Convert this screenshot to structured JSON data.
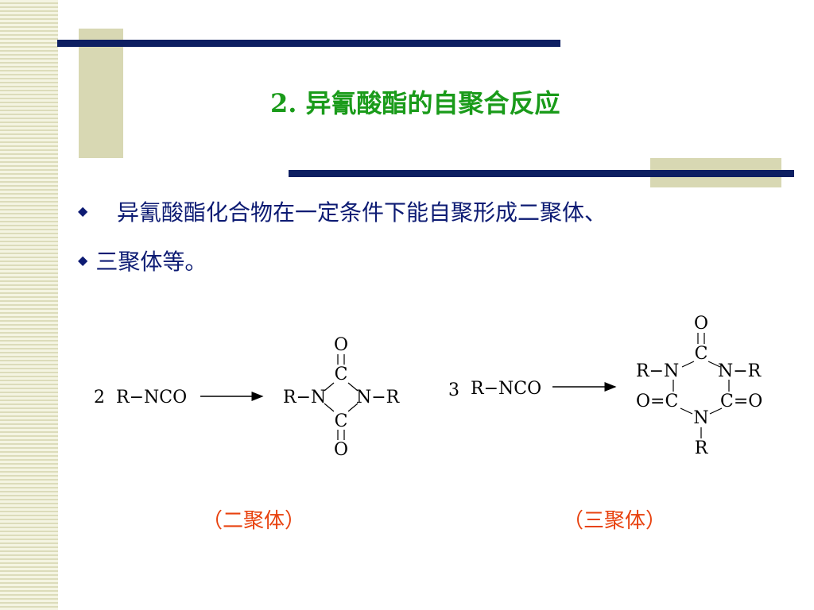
{
  "slide": {
    "title": "2.  异氰酸酯的自聚合反应",
    "bullets": [
      {
        "marker": "◆",
        "text": "   异氰酸酯化合物在一定条件下能自聚形成二聚体、"
      },
      {
        "marker": "◆",
        "text": "三聚体等。"
      }
    ],
    "dimer": {
      "coefficient": "2",
      "reactant": "R−NCO",
      "caption": "（二聚体）",
      "atoms": {
        "o_top": "O",
        "c_top": "C",
        "n_left": "R−N",
        "n_right": "N−R",
        "c_bottom": "C",
        "o_bottom": "O"
      }
    },
    "trimer": {
      "coefficient": "3",
      "reactant": "R−NCO",
      "caption": "（三聚体）",
      "atoms": {
        "o_top": "O",
        "c_top": "C",
        "n_left": "R−N",
        "n_right": "N−R",
        "c_left": "O=C",
        "c_right": "C=O",
        "n_bottom": "N",
        "r_bottom": "R"
      }
    },
    "colors": {
      "title": "#1a9b1a",
      "text": "#0d1b73",
      "caption": "#e8420f",
      "rule": "#0d1f62",
      "accent_block": "#d8d8b3"
    }
  }
}
